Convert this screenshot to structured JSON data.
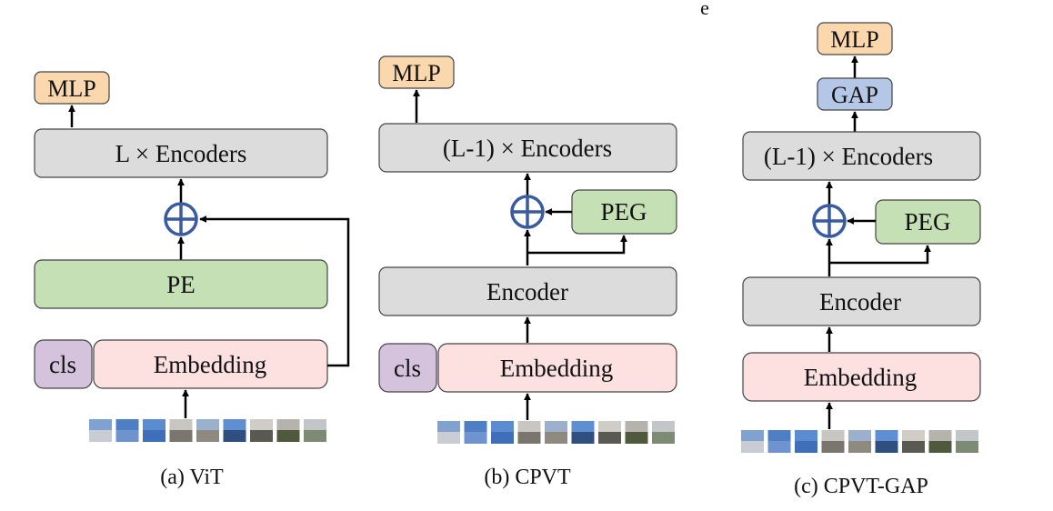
{
  "stray_mark": "e",
  "panels": [
    {
      "caption": "(a) ViT",
      "mlp": "MLP",
      "encoders": "L × Encoders",
      "pe": "PE",
      "cls": "cls",
      "embedding": "Embedding"
    },
    {
      "caption": "(b) CPVT",
      "mlp": "MLP",
      "encoders": "(L-1) × Encoders",
      "peg": "PEG",
      "encoder": "Encoder",
      "cls": "cls",
      "embedding": "Embedding"
    },
    {
      "caption": "(c) CPVT-GAP",
      "mlp": "MLP",
      "gap": "GAP",
      "encoders": "(L-1) × Encoders",
      "peg": "PEG",
      "encoder": "Encoder",
      "embedding": "Embedding"
    }
  ],
  "colors": {
    "mlp": "#fad7ac",
    "gap": "#b4c7e7",
    "encoder": "#dcdcdc",
    "pe": "#c5e0b4",
    "cls": "#d5c2dd",
    "embedding": "#fde0e0",
    "plus": "#3a5ba0"
  }
}
